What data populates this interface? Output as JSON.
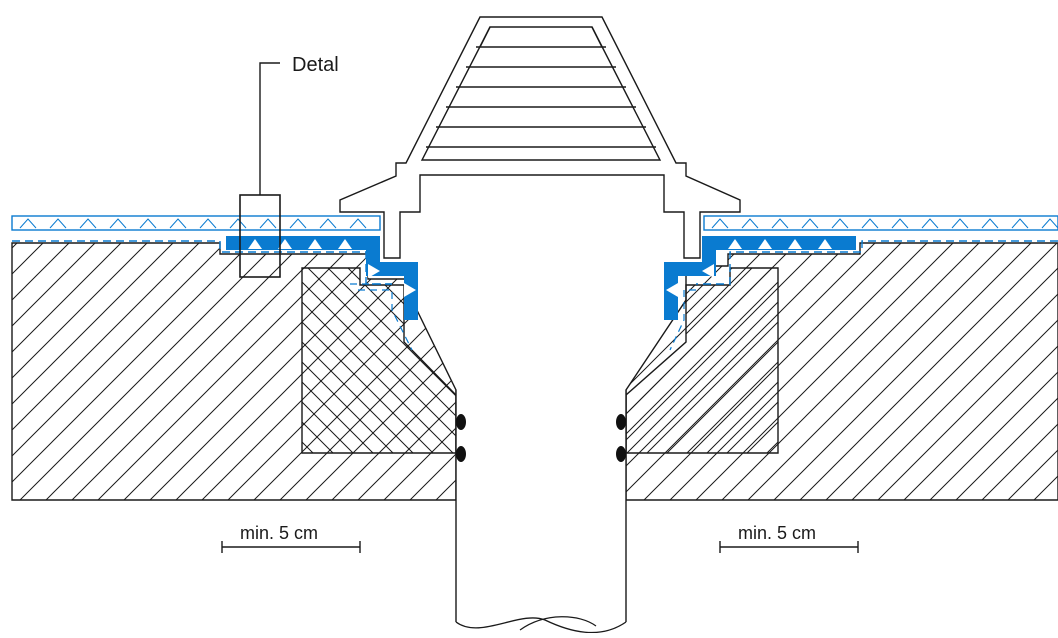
{
  "labels": {
    "detail": "Detal",
    "dim_left": "min. 5 cm",
    "dim_right": "min. 5 cm"
  },
  "colors": {
    "line": "#1a1a1a",
    "accent_blue": "#0a7bd0",
    "background": "#ffffff"
  },
  "icons": [
    "detail-marker-box",
    "membrane-arrow-icon",
    "seal-ring-icon"
  ]
}
